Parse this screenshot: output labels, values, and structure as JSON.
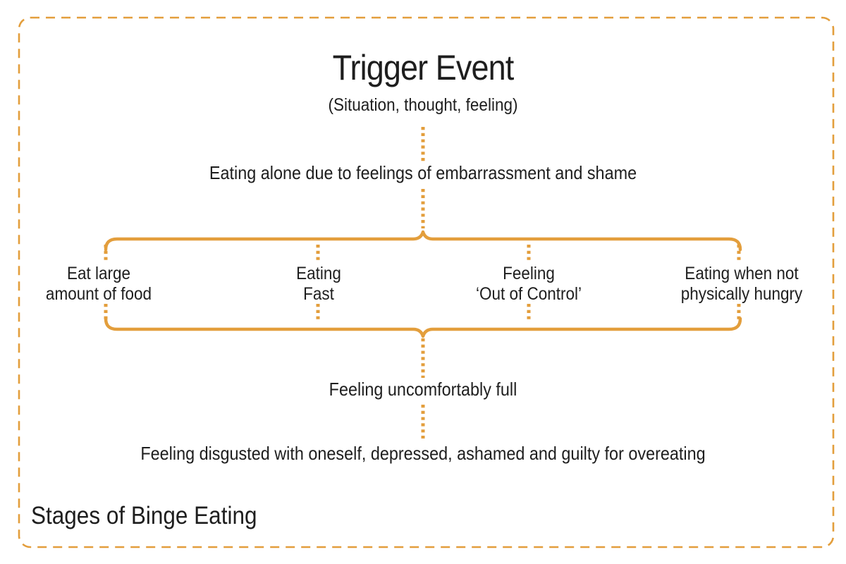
{
  "colors": {
    "accent": "#E39E3C",
    "text": "#1E1E1E",
    "background": "#FFFFFF"
  },
  "diagram": {
    "title": "Trigger Event",
    "subtitle": "(Situation, thought, feeling)",
    "stage_eating_alone": "Eating alone due to feelings of embarrassment and shame",
    "binge_behaviors": [
      {
        "line1": "Eat large",
        "line2": "amount of food"
      },
      {
        "line1": "Eating",
        "line2": "Fast"
      },
      {
        "line1": "Feeling",
        "line2": "‘Out of Control’"
      },
      {
        "line1": "Eating when not",
        "line2": "physically hungry"
      }
    ],
    "stage_uncomfortably_full": "Feeling uncomfortably full",
    "stage_guilt": "Feeling disgusted with oneself, depressed, ashamed and guilty for overeating",
    "caption": "Stages of Binge Eating"
  }
}
